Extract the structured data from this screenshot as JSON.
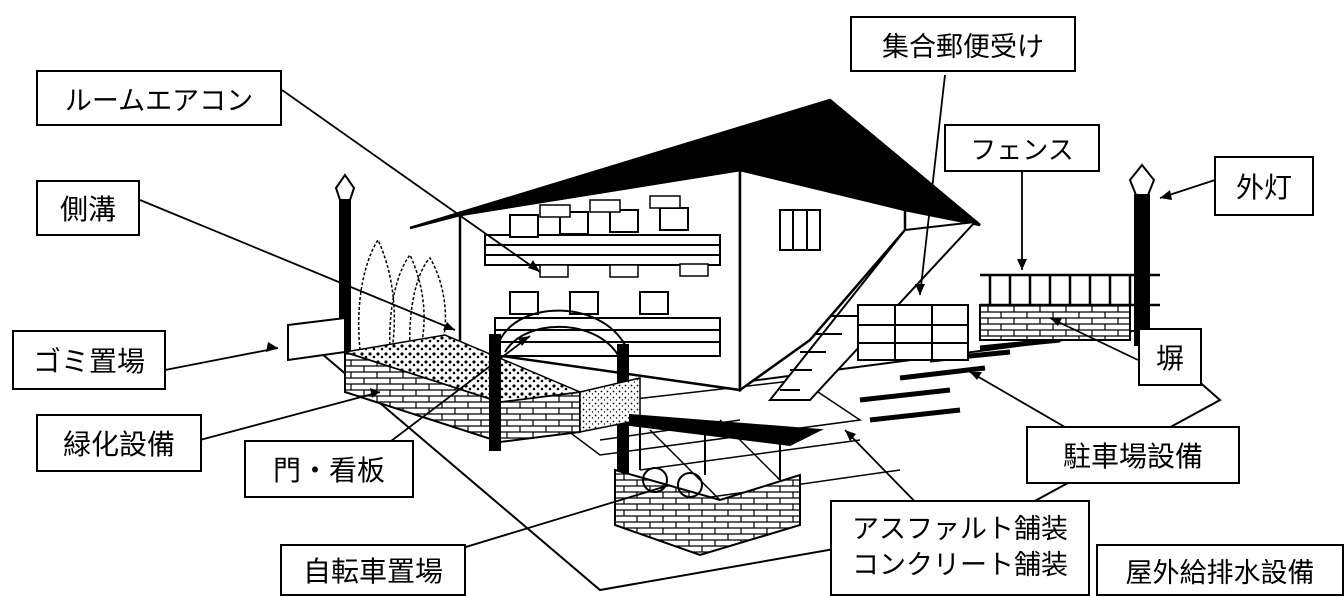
{
  "labels": {
    "room_aircon": "ルームエアコン",
    "mailbox": "集合郵便受け",
    "fence": "フェンス",
    "outdoor_light": "外灯",
    "side_ditch": "側溝",
    "garbage_area": "ゴミ置場",
    "wall": "塀",
    "greening": "緑化設備",
    "gate_sign": "門・看板",
    "parking": "駐車場設備",
    "asphalt": "アスファルト舗装",
    "concrete": "コンクリート舗装",
    "bicycle": "自転車置場",
    "drainage": "屋外給排水設備"
  },
  "colors": {
    "ink": "#000000",
    "paper": "#ffffff"
  }
}
